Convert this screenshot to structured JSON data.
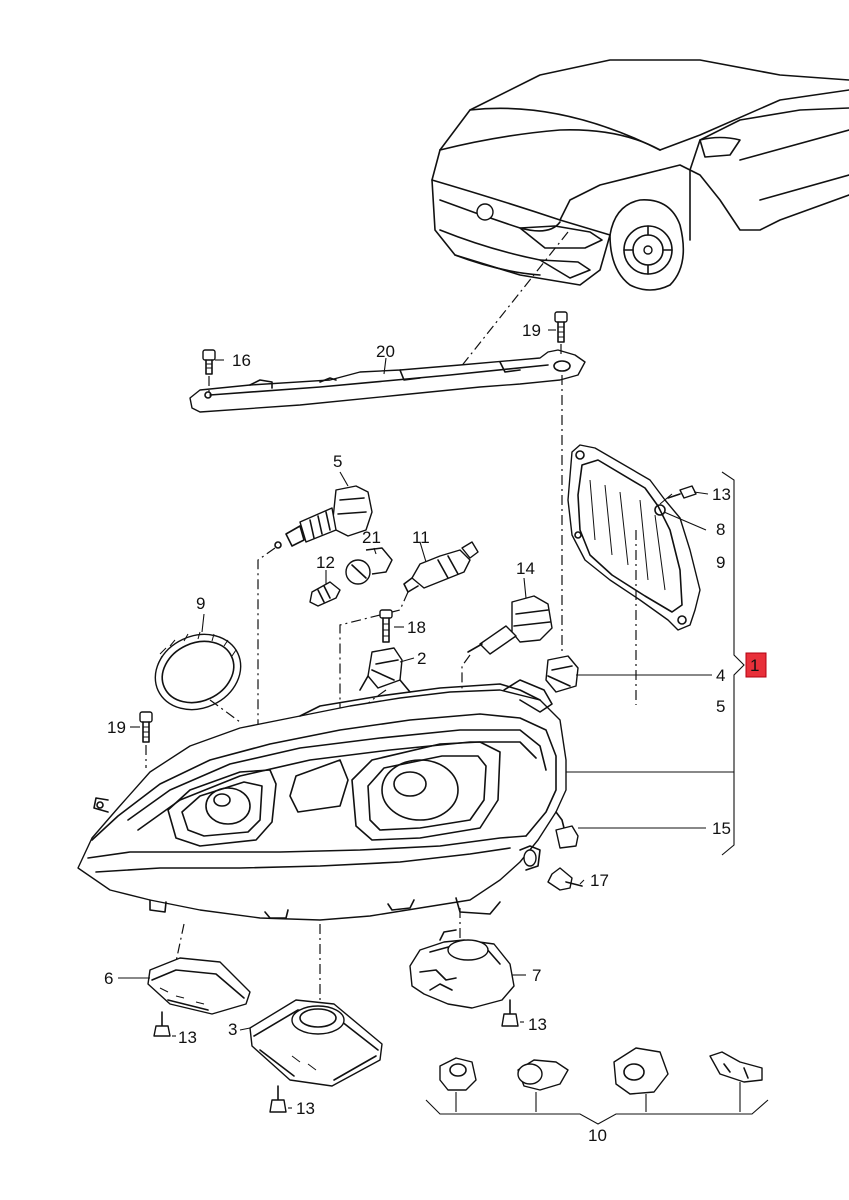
{
  "callouts": {
    "p1": "1",
    "p2": "2",
    "p3": "3",
    "p4": "4",
    "p5a": "5",
    "p5b": "5",
    "p6": "6",
    "p7": "7",
    "p8": "8",
    "p9a": "9",
    "p9b": "9",
    "p10": "10",
    "p11": "11",
    "p12": "12",
    "p13a": "13",
    "p13b": "13",
    "p13c": "13",
    "p13d": "13",
    "p14": "14",
    "p15": "15",
    "p16": "16",
    "p17": "17",
    "p18": "18",
    "p19a": "19",
    "p19b": "19",
    "p20": "20",
    "p21": "21"
  },
  "highlight": {
    "part": "1",
    "color": "#e8303a"
  }
}
